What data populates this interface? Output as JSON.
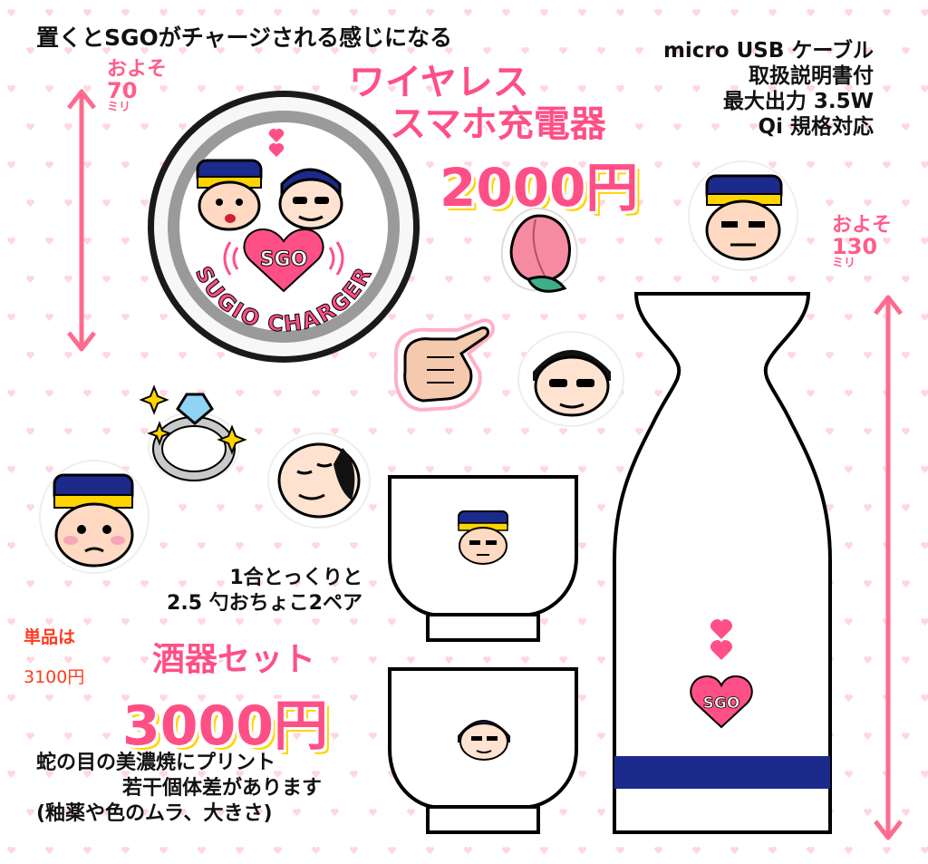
{
  "header": {
    "tagline": "置くとSGOがチャージされる感じになる"
  },
  "charger": {
    "title_line1": "ワイヤレス",
    "title_line2": "スマホ充電器",
    "price": "2000円",
    "specs": [
      "micro USB ケーブル",
      "取扱説明書付",
      "最大出力 3.5W",
      "Qi 規格対応"
    ],
    "size_note": [
      "およそ",
      "70",
      "ミリ"
    ],
    "badge_text": "SGO",
    "ring_text": "SUGIO CHARGER"
  },
  "sake_set": {
    "desc_line1": "1合とっくりと",
    "desc_line2": "2.5 勺おちょこ2ペア",
    "title": "酒器セット",
    "price": "3000円",
    "single_price_label": "単品は",
    "single_price_value": "3100円",
    "notes": [
      "蛇の目の美濃焼にプリント",
      "若干個体差があります",
      "(釉薬や色のムラ、大きさ)"
    ],
    "size_note": [
      "およそ",
      "130",
      "ミリ"
    ],
    "bottle_badge": "SGO"
  },
  "colors": {
    "pink": "#ff4f87",
    "yellow": "#ffd400",
    "navy": "#1c2a8c",
    "heart_bg": "#ffd6e2"
  },
  "icons": [
    "peach-icon",
    "pointing-hand-icon",
    "ring-icon",
    "face-icon",
    "arrow-icon",
    "heart-icon"
  ]
}
